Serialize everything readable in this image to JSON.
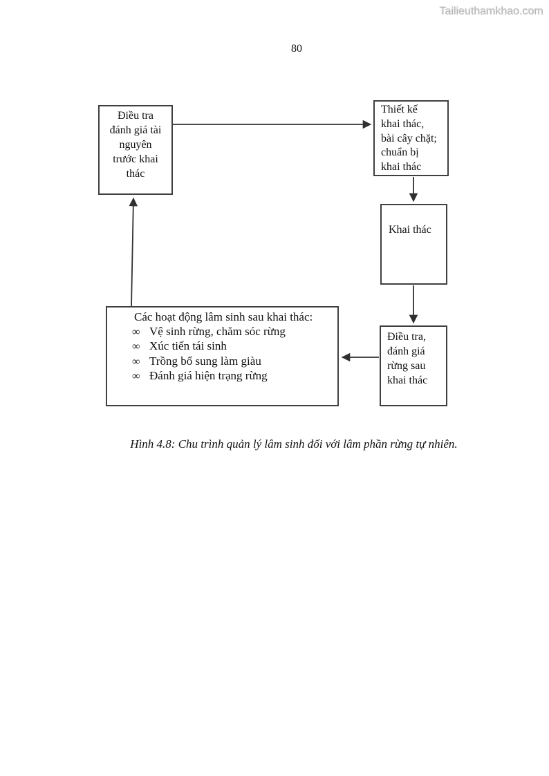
{
  "watermark": "Tailieuthamkhao.com",
  "page_number": "80",
  "diagram": {
    "boxes": {
      "pre_harvest": "Điều tra\nđánh giá tài\nnguyên\ntrước khai\nthác",
      "design": "Thiết kế\nkhai thác,\nbài cây chặt;\nchuẩn bị\nkhai thác",
      "harvest": "Khai thác",
      "post_survey": "Điều tra,\nđánh giá\nrừng sau\nkhai thác",
      "silviculture": {
        "title": "Các hoạt động lâm sinh sau khai thác:",
        "bullet_glyph": "∞",
        "items": [
          "Vệ sinh rừng, chăm sóc rừng",
          "Xúc tiến tái sinh",
          "Trồng bổ sung làm giàu",
          "Đánh giá hiện trạng rừng"
        ]
      }
    }
  },
  "caption": "Hình 4.8: Chu trình quản lý lâm sinh đối với lâm phần rừng tự nhiên."
}
